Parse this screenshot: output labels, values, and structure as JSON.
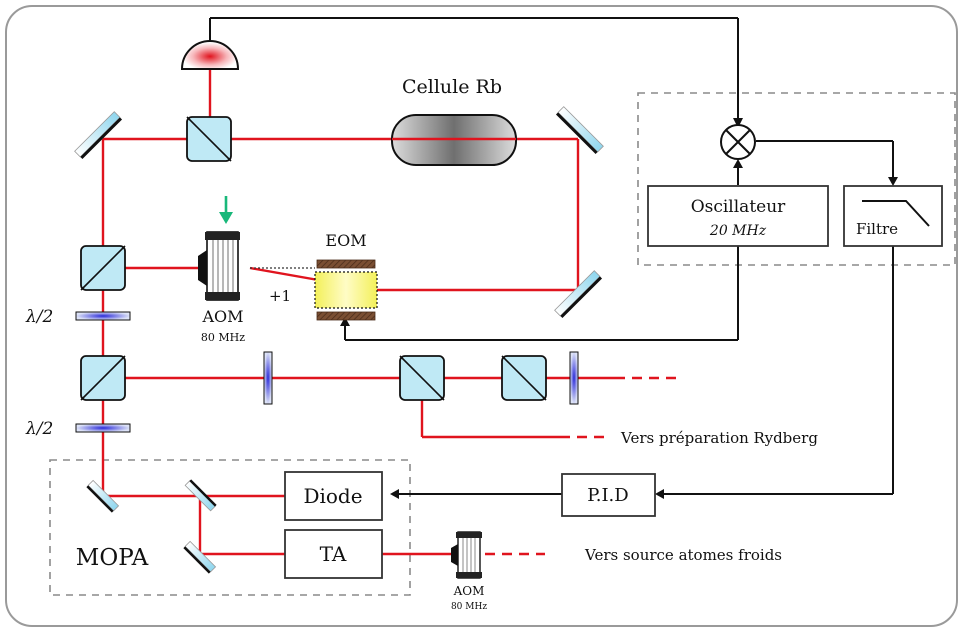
{
  "labels": {
    "cell": "Cellule Rb",
    "eom": "EOM",
    "aom_main": "AOM",
    "aom_main_freq": "80 MHz",
    "order": "+1",
    "waveplate_1": "λ/2",
    "waveplate_2": "λ/2",
    "oscillator": "Oscillateur",
    "oscillator_freq": "20 MHz",
    "filter": "Filtre",
    "pid": "P.I.D",
    "diode": "Diode",
    "ta": "TA",
    "mopa": "MOPA",
    "rydberg_output": "Vers préparation Rydberg",
    "cold_atoms_output": "Vers source atomes froids",
    "aom_small": "AOM",
    "aom_small_freq": "80 MHz"
  },
  "colors": {
    "beam": "#e0141e",
    "component_fill": "#bfe9f5",
    "waveplate": "#2a2ad8",
    "aom_rf_arrow": "#18b87a",
    "eom_crystal": "#f3f05a",
    "detector": "#e0141e"
  }
}
